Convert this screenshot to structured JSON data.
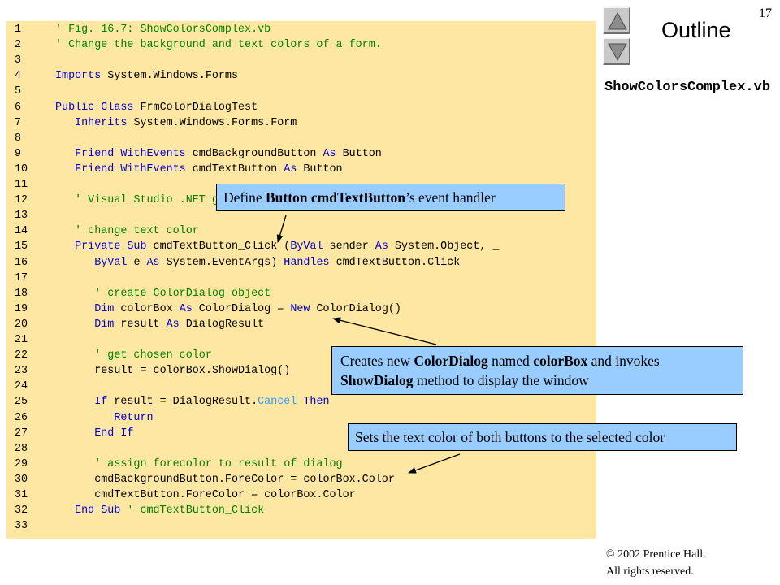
{
  "page_number": "17",
  "outline": {
    "title": "Outline",
    "nav_up_icon": "triangle-up-icon",
    "nav_down_icon": "triangle-down-icon",
    "file_name": "ShowColorsComplex.vb"
  },
  "code_lines": [
    {
      "n": "1",
      "parts": [
        {
          "t": "' Fig. 16.7: ShowColorsComplex.vb",
          "c": "cm"
        }
      ]
    },
    {
      "n": "2",
      "parts": [
        {
          "t": "' Change the background and text colors of a form.",
          "c": "cm"
        }
      ]
    },
    {
      "n": "3",
      "parts": []
    },
    {
      "n": "4",
      "parts": [
        {
          "t": "Imports",
          "c": "kw"
        },
        {
          "t": " System.Windows.Forms",
          "c": ""
        }
      ]
    },
    {
      "n": "5",
      "parts": []
    },
    {
      "n": "6",
      "parts": [
        {
          "t": "Public Class",
          "c": "kw"
        },
        {
          "t": " FrmColorDialogTest",
          "c": ""
        }
      ]
    },
    {
      "n": "7",
      "parts": [
        {
          "t": "   ",
          "c": ""
        },
        {
          "t": "Inherits",
          "c": "kw"
        },
        {
          "t": " System.Windows.Forms.Form",
          "c": ""
        }
      ]
    },
    {
      "n": "8",
      "parts": []
    },
    {
      "n": "9",
      "parts": [
        {
          "t": "   ",
          "c": ""
        },
        {
          "t": "Friend WithEvents",
          "c": "kw"
        },
        {
          "t": " cmdBackgroundButton ",
          "c": ""
        },
        {
          "t": "As",
          "c": "kw"
        },
        {
          "t": " Button",
          "c": ""
        }
      ]
    },
    {
      "n": "10",
      "parts": [
        {
          "t": "   ",
          "c": ""
        },
        {
          "t": "Friend WithEvents",
          "c": "kw"
        },
        {
          "t": " cmdTextButton ",
          "c": ""
        },
        {
          "t": "As",
          "c": "kw"
        },
        {
          "t": " Button",
          "c": ""
        }
      ]
    },
    {
      "n": "11",
      "parts": []
    },
    {
      "n": "12",
      "parts": [
        {
          "t": "   ' Visual Studio .NET generated code",
          "c": "cm"
        }
      ]
    },
    {
      "n": "13",
      "parts": []
    },
    {
      "n": "14",
      "parts": [
        {
          "t": "   ' change text color",
          "c": "cm"
        }
      ]
    },
    {
      "n": "15",
      "parts": [
        {
          "t": "   ",
          "c": ""
        },
        {
          "t": "Private Sub",
          "c": "kw"
        },
        {
          "t": " cmdTextButton_Click (",
          "c": ""
        },
        {
          "t": "ByVal",
          "c": "kw"
        },
        {
          "t": " sender ",
          "c": ""
        },
        {
          "t": "As",
          "c": "kw"
        },
        {
          "t": " System.Object, _",
          "c": ""
        }
      ]
    },
    {
      "n": "16",
      "parts": [
        {
          "t": "      ",
          "c": ""
        },
        {
          "t": "ByVal",
          "c": "kw"
        },
        {
          "t": " e ",
          "c": ""
        },
        {
          "t": "As",
          "c": "kw"
        },
        {
          "t": " System.EventArgs) ",
          "c": ""
        },
        {
          "t": "Handles",
          "c": "kw"
        },
        {
          "t": " cmdTextButton.Click",
          "c": ""
        }
      ]
    },
    {
      "n": "17",
      "parts": []
    },
    {
      "n": "18",
      "parts": [
        {
          "t": "      ' create ColorDialog object",
          "c": "cm"
        }
      ]
    },
    {
      "n": "19",
      "parts": [
        {
          "t": "      ",
          "c": ""
        },
        {
          "t": "Dim",
          "c": "kw"
        },
        {
          "t": " colorBox ",
          "c": ""
        },
        {
          "t": "As",
          "c": "kw"
        },
        {
          "t": " ColorDialog = ",
          "c": ""
        },
        {
          "t": "New",
          "c": "kw"
        },
        {
          "t": " ColorDialog()",
          "c": ""
        }
      ]
    },
    {
      "n": "20",
      "parts": [
        {
          "t": "      ",
          "c": ""
        },
        {
          "t": "Dim",
          "c": "kw"
        },
        {
          "t": " result ",
          "c": ""
        },
        {
          "t": "As",
          "c": "kw"
        },
        {
          "t": " DialogResult",
          "c": ""
        }
      ]
    },
    {
      "n": "21",
      "parts": []
    },
    {
      "n": "22",
      "parts": [
        {
          "t": "      ' get chosen color",
          "c": "cm"
        }
      ]
    },
    {
      "n": "23",
      "parts": [
        {
          "t": "      result = colorBox.ShowDialog()",
          "c": ""
        }
      ]
    },
    {
      "n": "24",
      "parts": []
    },
    {
      "n": "25",
      "parts": [
        {
          "t": "      ",
          "c": ""
        },
        {
          "t": "If",
          "c": "kw"
        },
        {
          "t": " result = DialogResult.",
          "c": ""
        },
        {
          "t": "Cancel",
          "c": "lb"
        },
        {
          "t": " ",
          "c": ""
        },
        {
          "t": "Then",
          "c": "kw"
        }
      ]
    },
    {
      "n": "26",
      "parts": [
        {
          "t": "         ",
          "c": ""
        },
        {
          "t": "Return",
          "c": "kw"
        }
      ]
    },
    {
      "n": "27",
      "parts": [
        {
          "t": "      ",
          "c": ""
        },
        {
          "t": "End If",
          "c": "kw"
        }
      ]
    },
    {
      "n": "28",
      "parts": []
    },
    {
      "n": "29",
      "parts": [
        {
          "t": "      ' assign forecolor to result of dialog",
          "c": "cm"
        }
      ]
    },
    {
      "n": "30",
      "parts": [
        {
          "t": "      cmdBackgroundButton.ForeColor = colorBox.Color",
          "c": ""
        }
      ]
    },
    {
      "n": "31",
      "parts": [
        {
          "t": "      cmdTextButton.ForeColor = colorBox.Color",
          "c": ""
        }
      ]
    },
    {
      "n": "32",
      "parts": [
        {
          "t": "   ",
          "c": ""
        },
        {
          "t": "End Sub",
          "c": "kw"
        },
        {
          "t": " ",
          "c": ""
        },
        {
          "t": "' cmdTextButton_Click",
          "c": "cm"
        }
      ]
    },
    {
      "n": "33",
      "parts": []
    }
  ],
  "callouts": [
    {
      "parts": [
        {
          "t": "Define ",
          "b": false
        },
        {
          "t": "Button cmdTextButton",
          "b": true
        },
        {
          "t": "’s event handler",
          "b": false
        }
      ]
    },
    {
      "parts": [
        {
          "t": "Creates new ",
          "b": false
        },
        {
          "t": "ColorDialog",
          "b": true
        },
        {
          "t": " named ",
          "b": false
        },
        {
          "t": "colorBox",
          "b": true
        },
        {
          "t": " and invokes ",
          "b": false
        },
        {
          "t": "ShowDialog",
          "b": true
        },
        {
          "t": " method to display the window",
          "b": false
        }
      ]
    },
    {
      "parts": [
        {
          "t": "Sets the text color of both buttons to the selected color",
          "b": false
        }
      ]
    }
  ],
  "copyright": {
    "line1": "© 2002 Prentice Hall.",
    "line2": "All rights reserved."
  },
  "colors": {
    "code_background": "#FEE7A3",
    "callout_background": "#99CCFF",
    "keyword": "#0000CC",
    "comment": "#008000",
    "enum_member": "#3399FF"
  }
}
